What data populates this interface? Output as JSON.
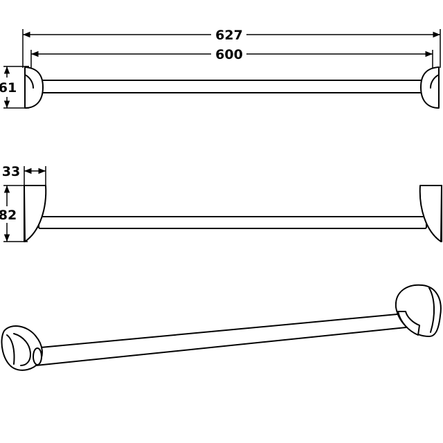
{
  "dimensions": {
    "overall_width": "627",
    "bar_length": "600",
    "bracket_height_top": "61",
    "bracket_depth": "33",
    "bracket_height_side": "82"
  },
  "colors": {
    "line": "#000000",
    "background": "#ffffff"
  }
}
